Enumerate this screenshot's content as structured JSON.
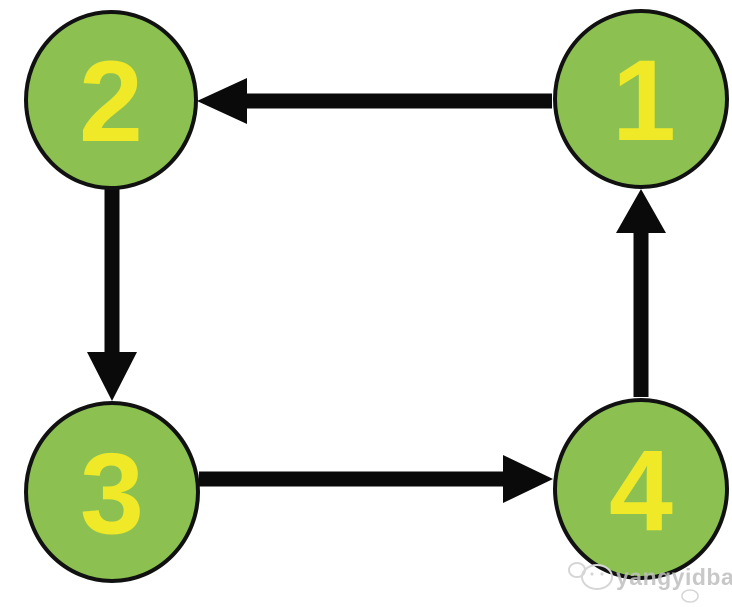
{
  "diagram": {
    "type": "directed-cycle",
    "nodes": {
      "n1": {
        "label": "1",
        "position": "top-right"
      },
      "n2": {
        "label": "2",
        "position": "top-left"
      },
      "n3": {
        "label": "3",
        "position": "bottom-left"
      },
      "n4": {
        "label": "4",
        "position": "bottom-right"
      }
    },
    "edges": [
      {
        "from": "1",
        "to": "2",
        "direction": "left"
      },
      {
        "from": "2",
        "to": "3",
        "direction": "down"
      },
      {
        "from": "3",
        "to": "4",
        "direction": "right"
      },
      {
        "from": "4",
        "to": "1",
        "direction": "up"
      }
    ]
  },
  "colors": {
    "background": "#ffffff",
    "node_fill": "#8cc152",
    "node_stroke": "#111111",
    "node_label": "#f0e928",
    "arrow": "#0a0a0a",
    "watermark_text": "#bfbfbf",
    "watermark_sketch": "#d6d6d6"
  },
  "watermark": {
    "text": "yangyidba"
  }
}
